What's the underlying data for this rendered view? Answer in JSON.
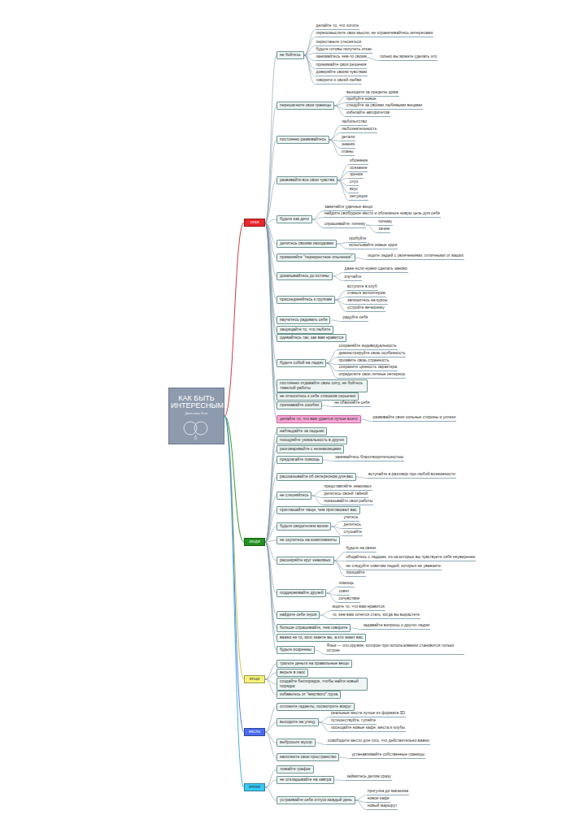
{
  "diagram": {
    "nodes": [
      {
        "text": [
          "КАК БЫТЬ ИНТЕРЕСНЫМ",
          "Джессика Хэги"
        ]
      },
      {
        "text": [
          "СЕБЯ"
        ]
      },
      {
        "text": [
          "не бойтесь"
        ]
      },
      {
        "text": [
          "делайте то, что хотите"
        ]
      },
      {
        "text": [
          "переосмыслите свои мысли, не ограничивайтесь интересами"
        ]
      },
      {
        "text": [
          "перестаньте стесняться"
        ]
      },
      {
        "text": [
          "будьте готовы получить отказ"
        ]
      },
      {
        "text": [
          "занимайтесь чем-то своим"
        ]
      },
      {
        "text": [
          "только вы можете сделать это"
        ]
      },
      {
        "text": [
          "принимайте свои решения"
        ]
      },
      {
        "text": [
          "доверяйте своим чувствам"
        ]
      },
      {
        "text": [
          "говорите о своей любви"
        ]
      },
      {
        "text": [
          "перешагните свои границы"
        ]
      },
      {
        "text": [
          "выходите за пределы дома"
        ]
      },
      {
        "text": [
          "пробуйте новое"
        ]
      },
      {
        "text": [
          "следуйте за своими любимыми вещами"
        ]
      },
      {
        "text": [
          "избегайте авторитетов"
        ]
      },
      {
        "text": [
          "постоянно развивайтесь"
        ]
      },
      {
        "text": [
          "любопытство"
        ]
      },
      {
        "text": [
          "любознательность"
        ]
      },
      {
        "text": [
          "детали"
        ]
      },
      {
        "text": [
          "знания"
        ]
      },
      {
        "text": [
          "планы"
        ]
      },
      {
        "text": [
          "развивайте все свои чувства"
        ]
      },
      {
        "text": [
          "обоняние"
        ]
      },
      {
        "text": [
          "осязание"
        ]
      },
      {
        "text": [
          "зрение"
        ]
      },
      {
        "text": [
          "слух"
        ]
      },
      {
        "text": [
          "вкус"
        ]
      },
      {
        "text": [
          "интуиция"
        ]
      },
      {
        "text": [
          "будьте как дети"
        ]
      },
      {
        "text": [
          "замечайте удачные вещи"
        ]
      },
      {
        "text": [
          "найдите свободное место и обозначьте новую цель для себя"
        ]
      },
      {
        "text": [
          "спрашивайте: почему"
        ]
      },
      {
        "text": [
          "почему"
        ]
      },
      {
        "text": [
          "зачем"
        ]
      },
      {
        "text": [
          "делитесь своими находками"
        ]
      },
      {
        "text": [
          "пробуйте"
        ]
      },
      {
        "text": [
          "испытывайте новые идеи"
        ]
      },
      {
        "text": [
          "применяйте \"перекрестное опыление\""
        ]
      },
      {
        "text": [
          "ищите людей с увлечениями, отличными от ваших"
        ]
      },
      {
        "text": [
          "докапывайтесь до истины"
        ]
      },
      {
        "text": [
          "даже если нужно сделать заново"
        ]
      },
      {
        "text": [
          "изучайте"
        ]
      },
      {
        "text": [
          "присоединяйтесь к группам"
        ]
      },
      {
        "text": [
          "вступите в клуб"
        ]
      },
      {
        "text": [
          "станьте волонтером"
        ]
      },
      {
        "text": [
          "запишитесь на курсы"
        ]
      },
      {
        "text": [
          "устройте вечеринку"
        ]
      },
      {
        "text": [
          "научитесь радовать себя"
        ]
      },
      {
        "text": [
          "радуйте себя"
        ]
      },
      {
        "text": [
          "защищайте то, что любите"
        ]
      },
      {
        "text": [
          "одевайтесь так, как вам нравится"
        ]
      },
      {
        "text": [
          "будьте собой на людях"
        ]
      },
      {
        "text": [
          "сохраняйте индивидуальность"
        ]
      },
      {
        "text": [
          "демонстрируйте свою особенность"
        ]
      },
      {
        "text": [
          "проявите свою странность"
        ]
      },
      {
        "text": [
          "сохраните ценность характера"
        ]
      },
      {
        "text": [
          "определите свои личные интересы"
        ]
      },
      {
        "text": [
          "постоянно отдавайте свою силу, не бойтесь тяжелой работы"
        ]
      },
      {
        "text": [
          "не относитесь к себе слишком серьезно"
        ]
      },
      {
        "text": [
          "признавайте ошибки"
        ]
      },
      {
        "text": [
          "не обвиняйте себя"
        ]
      },
      {
        "text": [
          "делайте то, что вам удается лучше всего"
        ]
      },
      {
        "text": [
          "развивайте свои сильные стороны и успехи"
        ]
      },
      {
        "text": [
          "ЛЮДИ"
        ]
      },
      {
        "text": [
          "наблюдайте за людьми"
        ]
      },
      {
        "text": [
          "поощряйте уникальность в других"
        ]
      },
      {
        "text": [
          "разговаривайте с незнакомцами"
        ]
      },
      {
        "text": [
          "предлагайте помощь"
        ]
      },
      {
        "text": [
          "занимайтесь благотворительностью"
        ]
      },
      {
        "text": [
          "рассказывайте об интересном для вас"
        ]
      },
      {
        "text": [
          "вступайте в разговор при любой возможности"
        ]
      },
      {
        "text": [
          "не стесняйтесь"
        ]
      },
      {
        "text": [
          "представляйте знакомых"
        ]
      },
      {
        "text": [
          "делитесь своей тайной"
        ]
      },
      {
        "text": [
          "показывайте свои работы"
        ]
      },
      {
        "text": [
          "приглашайте чаще, чем приглашают вас"
        ]
      },
      {
        "text": [
          "будьте свидетелем жизни"
        ]
      },
      {
        "text": [
          "учитесь"
        ]
      },
      {
        "text": [
          "делитесь"
        ]
      },
      {
        "text": [
          "слушайте"
        ]
      },
      {
        "text": [
          "не скупитесь на комплименты"
        ]
      },
      {
        "text": [
          "расширяйте круг знакомых"
        ]
      },
      {
        "text": [
          "будьте на связи"
        ]
      },
      {
        "text": [
          "общайтесь с людьми, из-за которых вы чувствуете себя неуверенно"
        ]
      },
      {
        "text": [
          "не следуйте советам людей, которых не уважаете"
        ]
      },
      {
        "text": [
          "прощайте"
        ]
      },
      {
        "text": [
          "поддерживайте друзей"
        ]
      },
      {
        "text": [
          "помощь"
        ]
      },
      {
        "text": [
          "совет"
        ]
      },
      {
        "text": [
          "сочувствие"
        ]
      },
      {
        "text": [
          "найдите себе героя"
        ]
      },
      {
        "text": [
          "ищите то, что вам нравится"
        ]
      },
      {
        "text": [
          "то, кем вам хочется стать, когда вы вырастете"
        ]
      },
      {
        "text": [
          "больше спрашивайте, чем говорите"
        ]
      },
      {
        "text": [
          "задавайте вопросы о других людях"
        ]
      },
      {
        "text": [
          "важно не то, кого знаете вы, а кто знает вас"
        ]
      },
      {
        "text": [
          "будьте искренны"
        ]
      },
      {
        "text": [
          "Язык — это оружие, которое при использовании становится только острее"
        ]
      },
      {
        "text": [
          "ВЕЩИ"
        ]
      },
      {
        "text": [
          "тратьте деньги на правильные вещи"
        ]
      },
      {
        "text": [
          "верьте в хаос"
        ]
      },
      {
        "text": [
          "создайте беспорядок, чтобы найти новый порядок"
        ]
      },
      {
        "text": [
          "избавьтесь от \"мертвого\" груза"
        ]
      },
      {
        "text": [
          "МЕСТА"
        ]
      },
      {
        "text": [
          "отложите гаджеты, посмотрите вокруг"
        ]
      },
      {
        "text": [
          "выходите на улицу"
        ]
      },
      {
        "text": [
          "реальные места лучше их формата 3D"
        ]
      },
      {
        "text": [
          "путешествуйте, гуляйте"
        ]
      },
      {
        "text": [
          "посещайте новые кафе, места и клубы"
        ]
      },
      {
        "text": [
          "выбросьте мусор"
        ]
      },
      {
        "text": [
          "освободите место для того, что действительно важно"
        ]
      },
      {
        "text": [
          "наполните свое пространство"
        ]
      },
      {
        "text": [
          "устанавливайте собственные границы"
        ]
      },
      {
        "text": [
          "ВРЕМЯ"
        ]
      },
      {
        "text": [
          "ломайте график"
        ]
      },
      {
        "text": [
          "не откладывайте на завтра"
        ]
      },
      {
        "text": [
          "займитесь делом сразу"
        ]
      },
      {
        "text": [
          "устраивайте себе отпуск каждый день"
        ]
      },
      {
        "text": [
          "прогулка до магазина"
        ]
      },
      {
        "text": [
          "новое кафе"
        ]
      },
      {
        "text": [
          "новый маршрут"
        ]
      }
    ],
    "edges": [
      {
        "from": 0,
        "to": 1,
        "arrow": "none"
      },
      {
        "from": 0,
        "to": 65,
        "arrow": "none"
      },
      {
        "from": 0,
        "to": 100,
        "arrow": "none"
      },
      {
        "from": 0,
        "to": 105,
        "arrow": "none"
      },
      {
        "from": 0,
        "to": 115,
        "arrow": "none"
      },
      {
        "from": 1,
        "to": 2,
        "arrow": "none"
      },
      {
        "from": 1,
        "to": 12,
        "arrow": "none"
      },
      {
        "from": 1,
        "to": 17,
        "arrow": "none"
      },
      {
        "from": 1,
        "to": 23,
        "arrow": "none"
      },
      {
        "from": 1,
        "to": 30,
        "arrow": "none"
      },
      {
        "from": 1,
        "to": 36,
        "arrow": "none"
      },
      {
        "from": 1,
        "to": 39,
        "arrow": "none"
      },
      {
        "from": 1,
        "to": 41,
        "arrow": "none"
      },
      {
        "from": 1,
        "to": 44,
        "arrow": "none"
      },
      {
        "from": 1,
        "to": 49,
        "arrow": "none"
      },
      {
        "from": 1,
        "to": 51,
        "arrow": "none"
      },
      {
        "from": 1,
        "to": 52,
        "arrow": "none"
      },
      {
        "from": 1,
        "to": 53,
        "arrow": "none"
      },
      {
        "from": 1,
        "to": 59,
        "arrow": "none"
      },
      {
        "from": 1,
        "to": 60,
        "arrow": "none"
      },
      {
        "from": 1,
        "to": 61,
        "arrow": "none"
      },
      {
        "from": 1,
        "to": 63,
        "arrow": "none"
      },
      {
        "from": 2,
        "to": 3,
        "arrow": "none"
      },
      {
        "from": 2,
        "to": 4,
        "arrow": "none"
      },
      {
        "from": 2,
        "to": 5,
        "arrow": "none"
      },
      {
        "from": 2,
        "to": 6,
        "arrow": "none"
      },
      {
        "from": 2,
        "to": 7,
        "arrow": "none"
      },
      {
        "from": 7,
        "to": 8,
        "arrow": "none"
      },
      {
        "from": 2,
        "to": 9,
        "arrow": "none"
      },
      {
        "from": 2,
        "to": 10,
        "arrow": "none"
      },
      {
        "from": 2,
        "to": 11,
        "arrow": "none"
      },
      {
        "from": 12,
        "to": 13,
        "arrow": "none"
      },
      {
        "from": 12,
        "to": 14,
        "arrow": "none"
      },
      {
        "from": 12,
        "to": 15,
        "arrow": "none"
      },
      {
        "from": 12,
        "to": 16,
        "arrow": "none"
      },
      {
        "from": 17,
        "to": 18,
        "arrow": "none"
      },
      {
        "from": 17,
        "to": 19,
        "arrow": "none"
      },
      {
        "from": 17,
        "to": 20,
        "arrow": "none"
      },
      {
        "from": 17,
        "to": 21,
        "arrow": "none"
      },
      {
        "from": 17,
        "to": 22,
        "arrow": "none"
      },
      {
        "from": 23,
        "to": 24,
        "arrow": "none"
      },
      {
        "from": 23,
        "to": 25,
        "arrow": "none"
      },
      {
        "from": 23,
        "to": 26,
        "arrow": "none"
      },
      {
        "from": 23,
        "to": 27,
        "arrow": "none"
      },
      {
        "from": 23,
        "to": 28,
        "arrow": "none"
      },
      {
        "from": 23,
        "to": 29,
        "arrow": "none"
      },
      {
        "from": 30,
        "to": 31,
        "arrow": "none"
      },
      {
        "from": 30,
        "to": 32,
        "arrow": "none"
      },
      {
        "from": 30,
        "to": 33,
        "arrow": "none"
      },
      {
        "from": 33,
        "to": 34,
        "arrow": "none"
      },
      {
        "from": 33,
        "to": 35,
        "arrow": "none"
      },
      {
        "from": 36,
        "to": 37,
        "arrow": "none"
      },
      {
        "from": 36,
        "to": 38,
        "arrow": "none"
      },
      {
        "from": 39,
        "to": 40,
        "arrow": "none"
      },
      {
        "from": 41,
        "to": 42,
        "arrow": "none"
      },
      {
        "from": 41,
        "to": 43,
        "arrow": "none"
      },
      {
        "from": 44,
        "to": 45,
        "arrow": "none"
      },
      {
        "from": 44,
        "to": 46,
        "arrow": "none"
      },
      {
        "from": 44,
        "to": 47,
        "arrow": "none"
      },
      {
        "from": 44,
        "to": 48,
        "arrow": "none"
      },
      {
        "from": 49,
        "to": 50,
        "arrow": "none"
      },
      {
        "from": 53,
        "to": 54,
        "arrow": "none"
      },
      {
        "from": 53,
        "to": 55,
        "arrow": "none"
      },
      {
        "from": 53,
        "to": 56,
        "arrow": "none"
      },
      {
        "from": 53,
        "to": 57,
        "arrow": "none"
      },
      {
        "from": 53,
        "to": 58,
        "arrow": "none"
      },
      {
        "from": 61,
        "to": 62,
        "arrow": "none"
      },
      {
        "from": 63,
        "to": 64,
        "arrow": "none"
      },
      {
        "from": 65,
        "to": 66,
        "arrow": "none"
      },
      {
        "from": 65,
        "to": 67,
        "arrow": "none"
      },
      {
        "from": 65,
        "to": 68,
        "arrow": "none"
      },
      {
        "from": 65,
        "to": 69,
        "arrow": "none"
      },
      {
        "from": 65,
        "to": 71,
        "arrow": "none"
      },
      {
        "from": 65,
        "to": 73,
        "arrow": "none"
      },
      {
        "from": 65,
        "to": 77,
        "arrow": "none"
      },
      {
        "from": 65,
        "to": 78,
        "arrow": "none"
      },
      {
        "from": 65,
        "to": 82,
        "arrow": "none"
      },
      {
        "from": 65,
        "to": 83,
        "arrow": "none"
      },
      {
        "from": 65,
        "to": 88,
        "arrow": "none"
      },
      {
        "from": 65,
        "to": 92,
        "arrow": "none"
      },
      {
        "from": 65,
        "to": 95,
        "arrow": "none"
      },
      {
        "from": 65,
        "to": 97,
        "arrow": "none"
      },
      {
        "from": 65,
        "to": 98,
        "arrow": "none"
      },
      {
        "from": 69,
        "to": 70,
        "arrow": "none"
      },
      {
        "from": 71,
        "to": 72,
        "arrow": "none"
      },
      {
        "from": 73,
        "to": 74,
        "arrow": "none"
      },
      {
        "from": 73,
        "to": 75,
        "arrow": "none"
      },
      {
        "from": 73,
        "to": 76,
        "arrow": "none"
      },
      {
        "from": 78,
        "to": 79,
        "arrow": "none"
      },
      {
        "from": 78,
        "to": 80,
        "arrow": "none"
      },
      {
        "from": 78,
        "to": 81,
        "arrow": "none"
      },
      {
        "from": 83,
        "to": 84,
        "arrow": "none"
      },
      {
        "from": 83,
        "to": 85,
        "arrow": "none"
      },
      {
        "from": 83,
        "to": 86,
        "arrow": "none"
      },
      {
        "from": 83,
        "to": 87,
        "arrow": "none"
      },
      {
        "from": 88,
        "to": 89,
        "arrow": "none"
      },
      {
        "from": 88,
        "to": 90,
        "arrow": "none"
      },
      {
        "from": 88,
        "to": 91,
        "arrow": "none"
      },
      {
        "from": 92,
        "to": 93,
        "arrow": "none"
      },
      {
        "from": 92,
        "to": 94,
        "arrow": "none"
      },
      {
        "from": 95,
        "to": 96,
        "arrow": "none"
      },
      {
        "from": 98,
        "to": 99,
        "arrow": "none"
      },
      {
        "from": 100,
        "to": 101,
        "arrow": "none"
      },
      {
        "from": 100,
        "to": 102,
        "arrow": "none"
      },
      {
        "from": 100,
        "to": 103,
        "arrow": "none"
      },
      {
        "from": 100,
        "to": 104,
        "arrow": "none"
      },
      {
        "from": 105,
        "to": 106,
        "arrow": "none"
      },
      {
        "from": 105,
        "to": 107,
        "arrow": "none"
      },
      {
        "from": 105,
        "to": 111,
        "arrow": "none"
      },
      {
        "from": 105,
        "to": 113,
        "arrow": "none"
      },
      {
        "from": 107,
        "to": 108,
        "arrow": "none"
      },
      {
        "from": 107,
        "to": 109,
        "arrow": "none"
      },
      {
        "from": 107,
        "to": 110,
        "arrow": "none"
      },
      {
        "from": 111,
        "to": 112,
        "arrow": "none"
      },
      {
        "from": 113,
        "to": 114,
        "arrow": "none"
      },
      {
        "from": 115,
        "to": 116,
        "arrow": "none"
      },
      {
        "from": 115,
        "to": 117,
        "arrow": "none"
      },
      {
        "from": 115,
        "to": 119,
        "arrow": "none"
      },
      {
        "from": 117,
        "to": 118,
        "arrow": "none"
      },
      {
        "from": 119,
        "to": 120,
        "arrow": "none"
      },
      {
        "from": 119,
        "to": 121,
        "arrow": "none"
      },
      {
        "from": 119,
        "to": 122,
        "arrow": "none"
      }
    ]
  }
}
